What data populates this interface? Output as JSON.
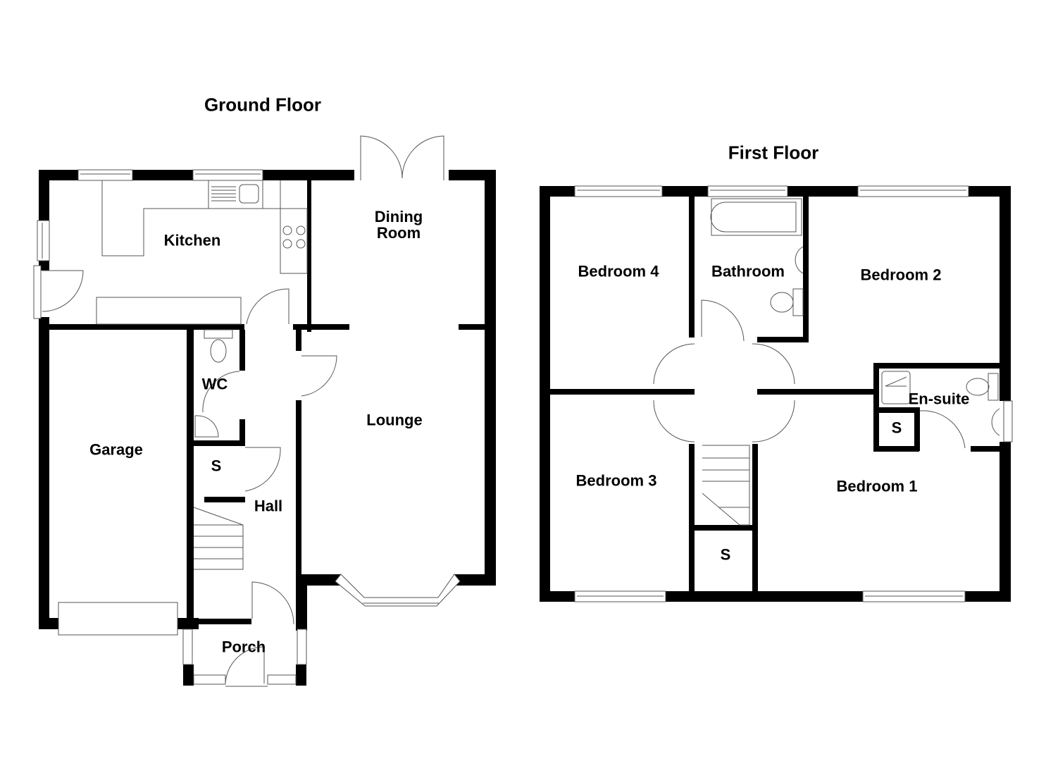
{
  "ground_floor": {
    "title": "Ground Floor",
    "rooms": {
      "kitchen": "Kitchen",
      "dining": "Dining\nRoom",
      "dining_line1": "Dining",
      "dining_line2": "Room",
      "lounge": "Lounge",
      "garage": "Garage",
      "wc": "WC",
      "store": "S",
      "hall": "Hall",
      "porch": "Porch"
    }
  },
  "first_floor": {
    "title": "First Floor",
    "rooms": {
      "bedroom4": "Bedroom 4",
      "bathroom": "Bathroom",
      "bedroom2": "Bedroom 2",
      "ensuite": "En-suite",
      "ensuite_store": "S",
      "bedroom3": "Bedroom 3",
      "bedroom1": "Bedroom 1",
      "landing_store": "S"
    }
  },
  "colors": {
    "wall": "#000000",
    "fixture_line": "#555555",
    "background": "#ffffff"
  }
}
